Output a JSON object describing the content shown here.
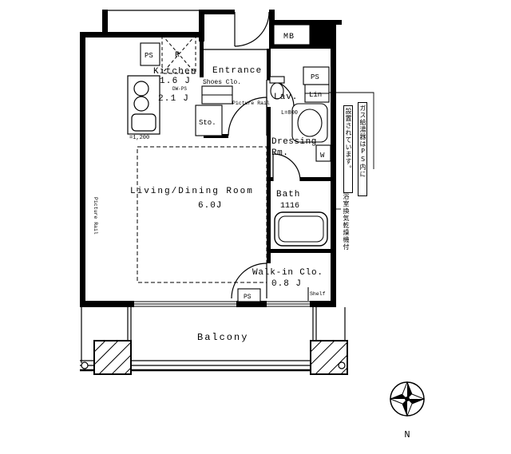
{
  "plan": {
    "kitchen_label": "Kitchen",
    "kitchen_size": "1.6 J",
    "kitchen_size2": "2.1 J",
    "dw_ps": "DW-PS",
    "counter_width": "=1,200",
    "refrigerator": "R",
    "entrance": "Entrance",
    "shoes_closet": "Shoes Clo.",
    "storage": "Sto.",
    "picture_rail": "Picture Rail",
    "lavatory": "Lav.",
    "linen": "Lin",
    "vanity_width": "L=800",
    "dressing_line1": "Dressing",
    "dressing_line2": "Rm.",
    "washer": "W",
    "living_label": "Living/Dining Room",
    "living_size": "6.0J",
    "bath_label": "Bath",
    "bath_size": "1116",
    "wic_label": "Walk-in Clo.",
    "wic_size": "0.8 J",
    "shelf": "Shelf",
    "balcony": "Balcony",
    "meter_box": "MB",
    "pipe_space": "PS",
    "north": "N",
    "note_right_1": "ガス給湯器はPS内に",
    "note_right_2": "設置されています。",
    "note_bath": "浴室換気乾燥機付"
  }
}
